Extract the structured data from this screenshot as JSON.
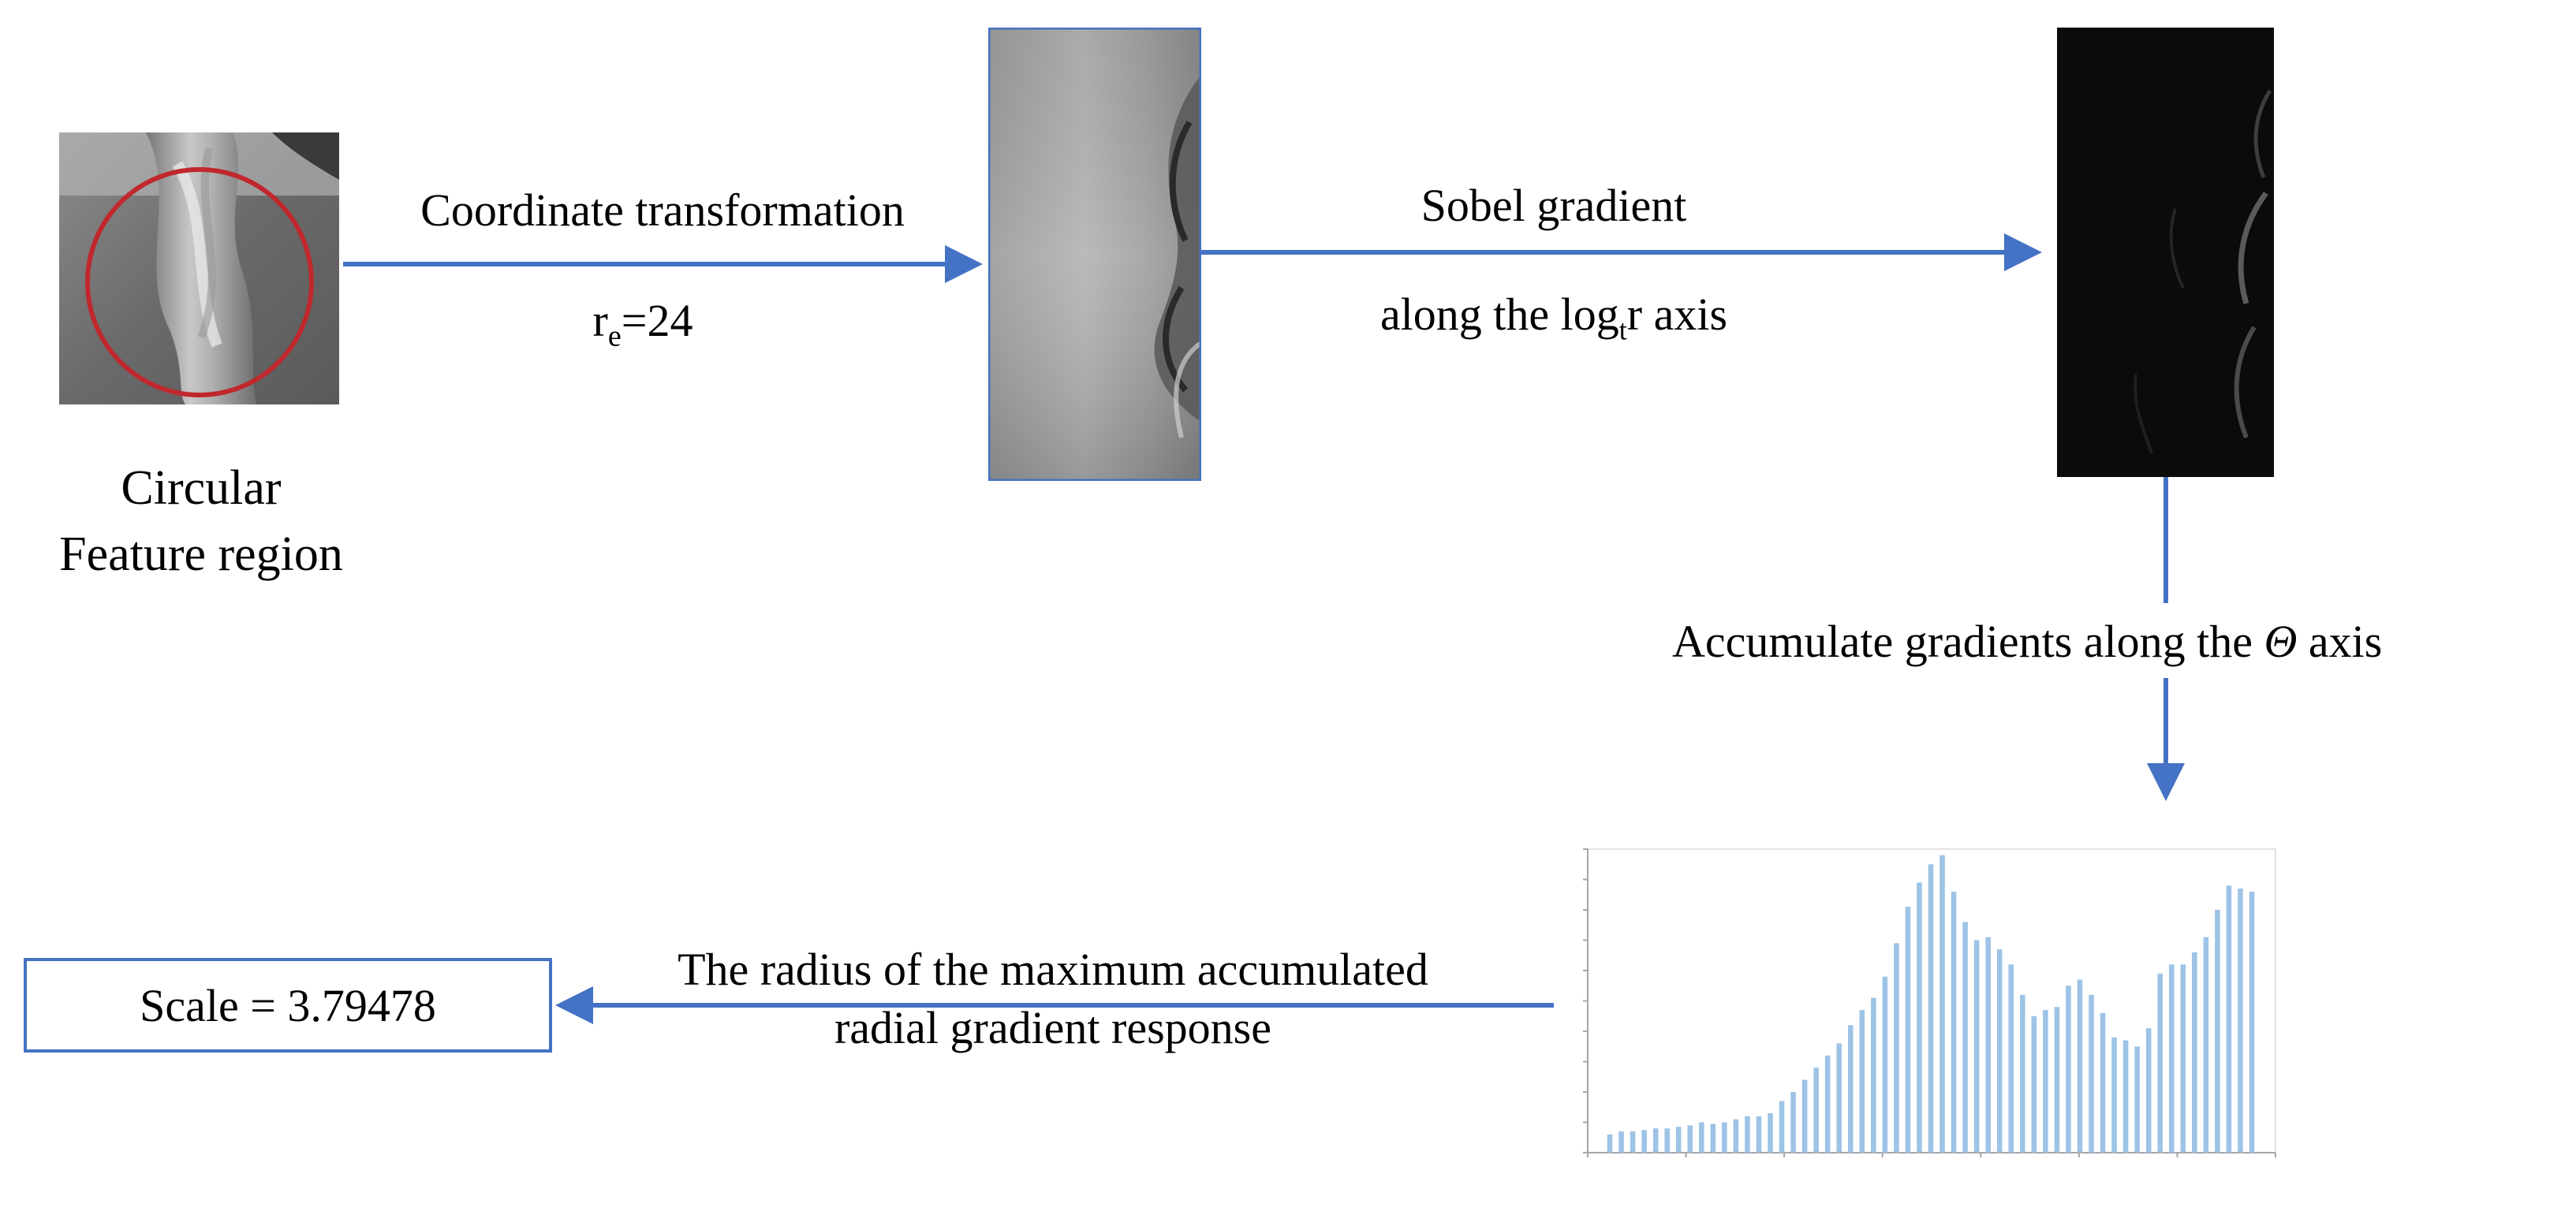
{
  "labels": {
    "feature_region_line1": "Circular",
    "feature_region_line2": "Feature region",
    "coord_transform": "Coordinate transformation",
    "re_prefix": "r",
    "re_sub": "e",
    "re_value": "=24",
    "sobel_line1": "Sobel gradient",
    "sobel_line2_prefix": "along the log",
    "sobel_line2_sub": "t",
    "sobel_line2_suffix": "r axis",
    "accumulate_prefix": "Accumulate gradients along the ",
    "accumulate_symbol": "Θ",
    "accumulate_suffix": " axis",
    "radius_line1": "The radius of the maximum accumulated",
    "radius_line2": "radial gradient response",
    "scale_result": "Scale = 3.79478"
  },
  "colors": {
    "arrow": "#4472c4",
    "circle": "#c0282d",
    "bar": "#9dc3e6",
    "chart_axis": "#a6a6a6"
  },
  "chart_data": {
    "type": "bar",
    "values": [
      6,
      7,
      7,
      7.5,
      8,
      8,
      8.5,
      9,
      10,
      9.5,
      10,
      11,
      12,
      12,
      13,
      17,
      20,
      24,
      28,
      32,
      36,
      42,
      47,
      51,
      58,
      69,
      81,
      89,
      95,
      98,
      86,
      76,
      70,
      71,
      67,
      62,
      52,
      45,
      47,
      48,
      55,
      57,
      52,
      46,
      38,
      37,
      35,
      41,
      59,
      62,
      62,
      66,
      71,
      80,
      88,
      87,
      86
    ]
  }
}
